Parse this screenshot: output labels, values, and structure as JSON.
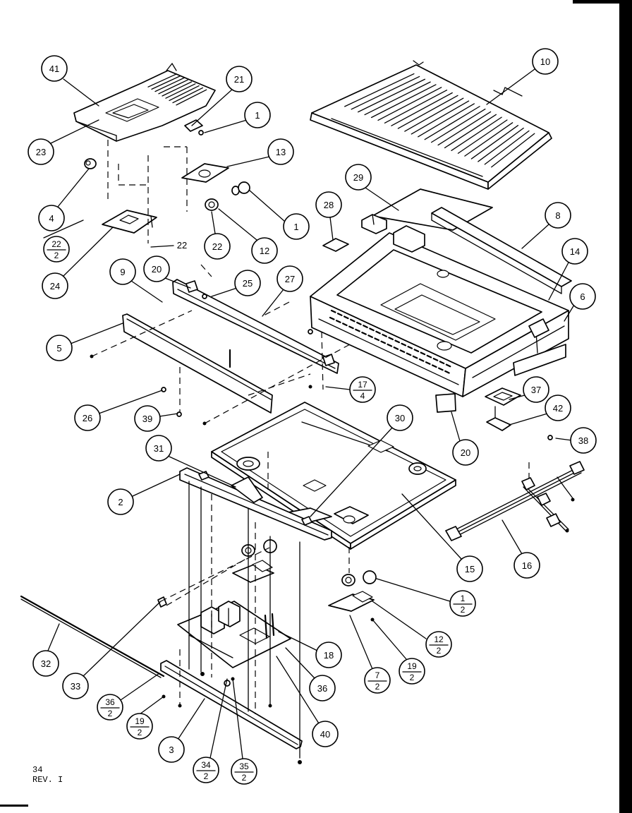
{
  "sheet": {
    "page_number": "34",
    "revision": "REV. I"
  },
  "callouts": [
    "41",
    "21",
    "10",
    "1",
    "13",
    "23",
    "29",
    "28",
    "8",
    "4",
    "1",
    "22",
    "12",
    "14",
    "9",
    "20",
    "25",
    "27",
    "24",
    "6",
    "5",
    "37",
    "42",
    "26",
    "39",
    "30",
    "38",
    "20",
    "31",
    "2",
    "15",
    "16",
    "18",
    "32",
    "36",
    "33",
    "40",
    "3"
  ],
  "plain_labels": [
    "22"
  ],
  "fraction_callouts": [
    {
      "num": "22",
      "den": "2"
    },
    {
      "num": "17",
      "den": "4"
    },
    {
      "num": "1",
      "den": "2"
    },
    {
      "num": "12",
      "den": "2"
    },
    {
      "num": "7",
      "den": "2"
    },
    {
      "num": "19",
      "den": "2"
    },
    {
      "num": "36",
      "den": "2"
    },
    {
      "num": "19",
      "den": "2"
    },
    {
      "num": "34",
      "den": "2"
    },
    {
      "num": "35",
      "den": "2"
    }
  ],
  "colors": {
    "ink": "#000000",
    "paper": "#ffffff"
  }
}
